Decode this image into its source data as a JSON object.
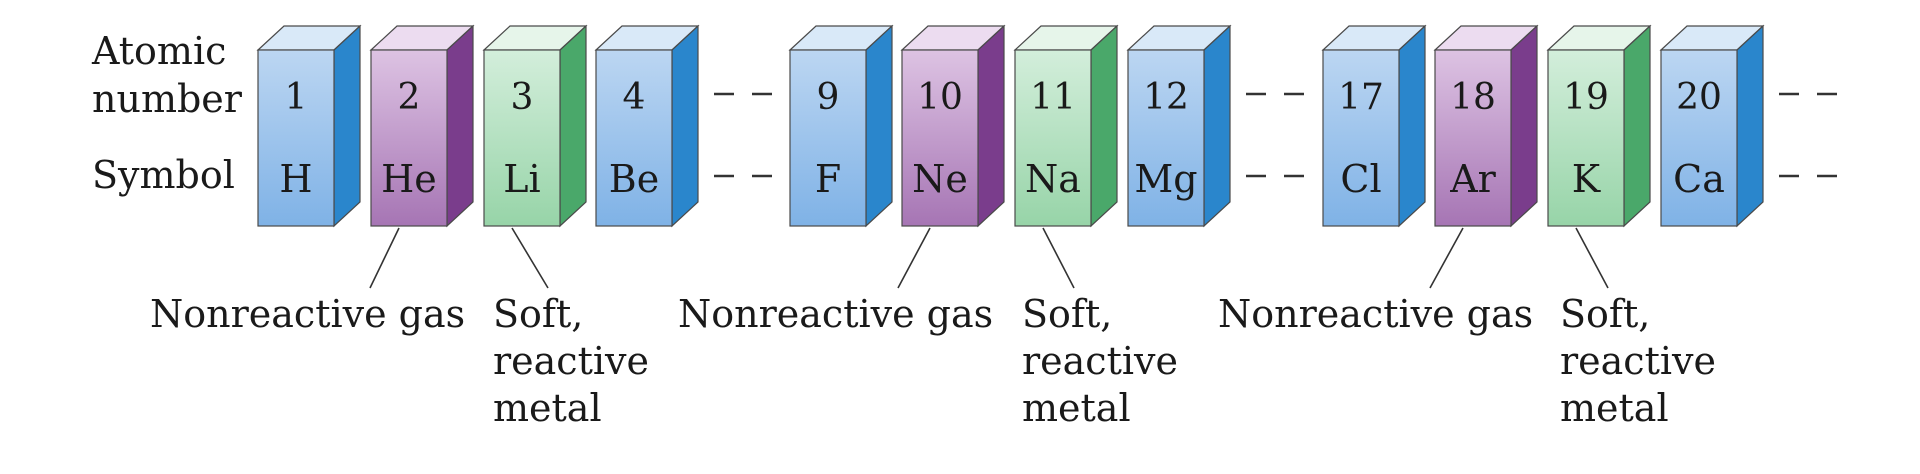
{
  "row_labels": {
    "atomic_number_line1": "Atomic",
    "atomic_number_line2": "number",
    "symbol": "Symbol"
  },
  "elements": [
    {
      "number": "1",
      "symbol": "H",
      "kind": "other"
    },
    {
      "number": "2",
      "symbol": "He",
      "kind": "noble"
    },
    {
      "number": "3",
      "symbol": "Li",
      "kind": "alkali"
    },
    {
      "number": "4",
      "symbol": "Be",
      "kind": "other"
    },
    {
      "number": "9",
      "symbol": "F",
      "kind": "other"
    },
    {
      "number": "10",
      "symbol": "Ne",
      "kind": "noble"
    },
    {
      "number": "11",
      "symbol": "Na",
      "kind": "alkali"
    },
    {
      "number": "12",
      "symbol": "Mg",
      "kind": "other"
    },
    {
      "number": "17",
      "symbol": "Cl",
      "kind": "other"
    },
    {
      "number": "18",
      "symbol": "Ar",
      "kind": "noble"
    },
    {
      "number": "19",
      "symbol": "K",
      "kind": "alkali"
    },
    {
      "number": "20",
      "symbol": "Ca",
      "kind": "other"
    }
  ],
  "annotations": [
    {
      "lines": [
        "Nonreactive gas"
      ],
      "target": "He"
    },
    {
      "lines": [
        "Soft,",
        "reactive",
        "metal"
      ],
      "target": "Li"
    },
    {
      "lines": [
        "Nonreactive gas"
      ],
      "target": "Ne"
    },
    {
      "lines": [
        "Soft,",
        "reactive",
        "metal"
      ],
      "target": "Na"
    },
    {
      "lines": [
        "Nonreactive gas"
      ],
      "target": "Ar"
    },
    {
      "lines": [
        "Soft,",
        "reactive",
        "metal"
      ],
      "target": "K"
    }
  ],
  "colors": {
    "other": {
      "front_top": "#bcd6f2",
      "front_bottom": "#7fb2e6",
      "top": "#d9e9f8",
      "side": "#2a86cc"
    },
    "noble": {
      "front_top": "#ddc3e3",
      "front_bottom": "#a675b4",
      "top": "#ecdcf0",
      "side": "#7a3d8c"
    },
    "alkali": {
      "front_top": "#d3eedb",
      "front_bottom": "#97d4a8",
      "top": "#e6f5ea",
      "side": "#4aa86a"
    },
    "edge": "#4a4a4a",
    "line": "#333333"
  }
}
